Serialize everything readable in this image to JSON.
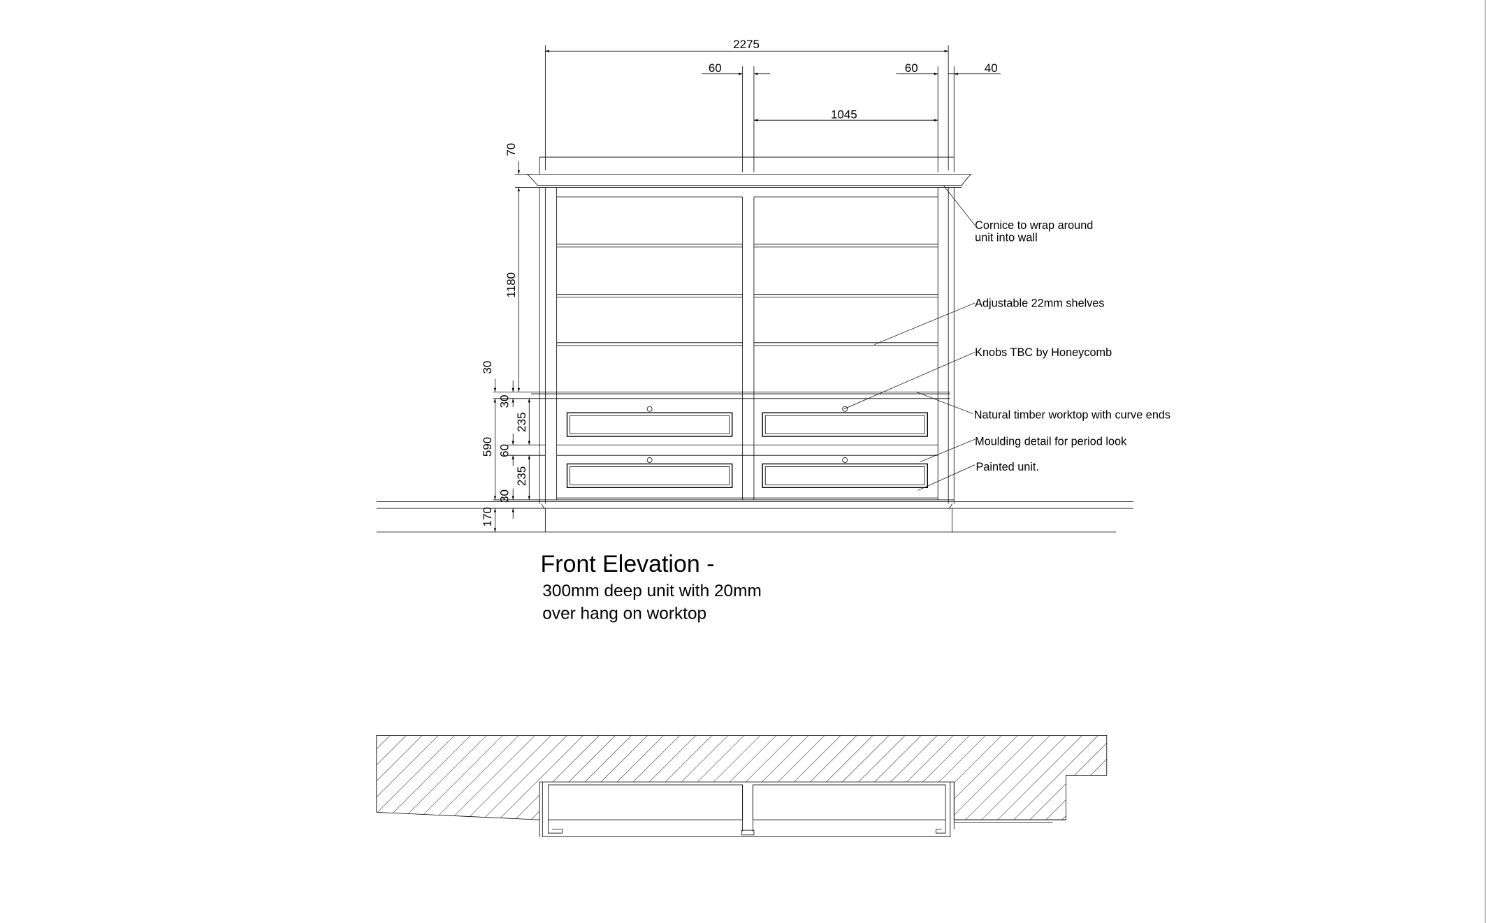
{
  "dimensions": {
    "overall_width": "2275",
    "post_left": "60",
    "post_right": "60",
    "end_gap": "40",
    "bay_width": "1045",
    "cornice_height": "70",
    "upper_height": "1180",
    "gap_upper": "30",
    "worktop": "30",
    "drawer_top": "235",
    "base_height": "590",
    "drawer_rail": "60",
    "drawer_bottom": "235",
    "bottom_rail": "30",
    "plinth": "170"
  },
  "annotations": {
    "cornice_line1": "Cornice to wrap around",
    "cornice_line2": "unit into wall",
    "shelves": "Adjustable 22mm shelves",
    "knobs": "Knobs TBC by Honeycomb",
    "worktop": "Natural timber worktop with curve ends",
    "moulding": "Moulding detail for period look",
    "painted": "Painted unit."
  },
  "title": {
    "main": "Front Elevation -",
    "line2": "300mm deep unit with 20mm",
    "line3": "over hang on worktop"
  }
}
